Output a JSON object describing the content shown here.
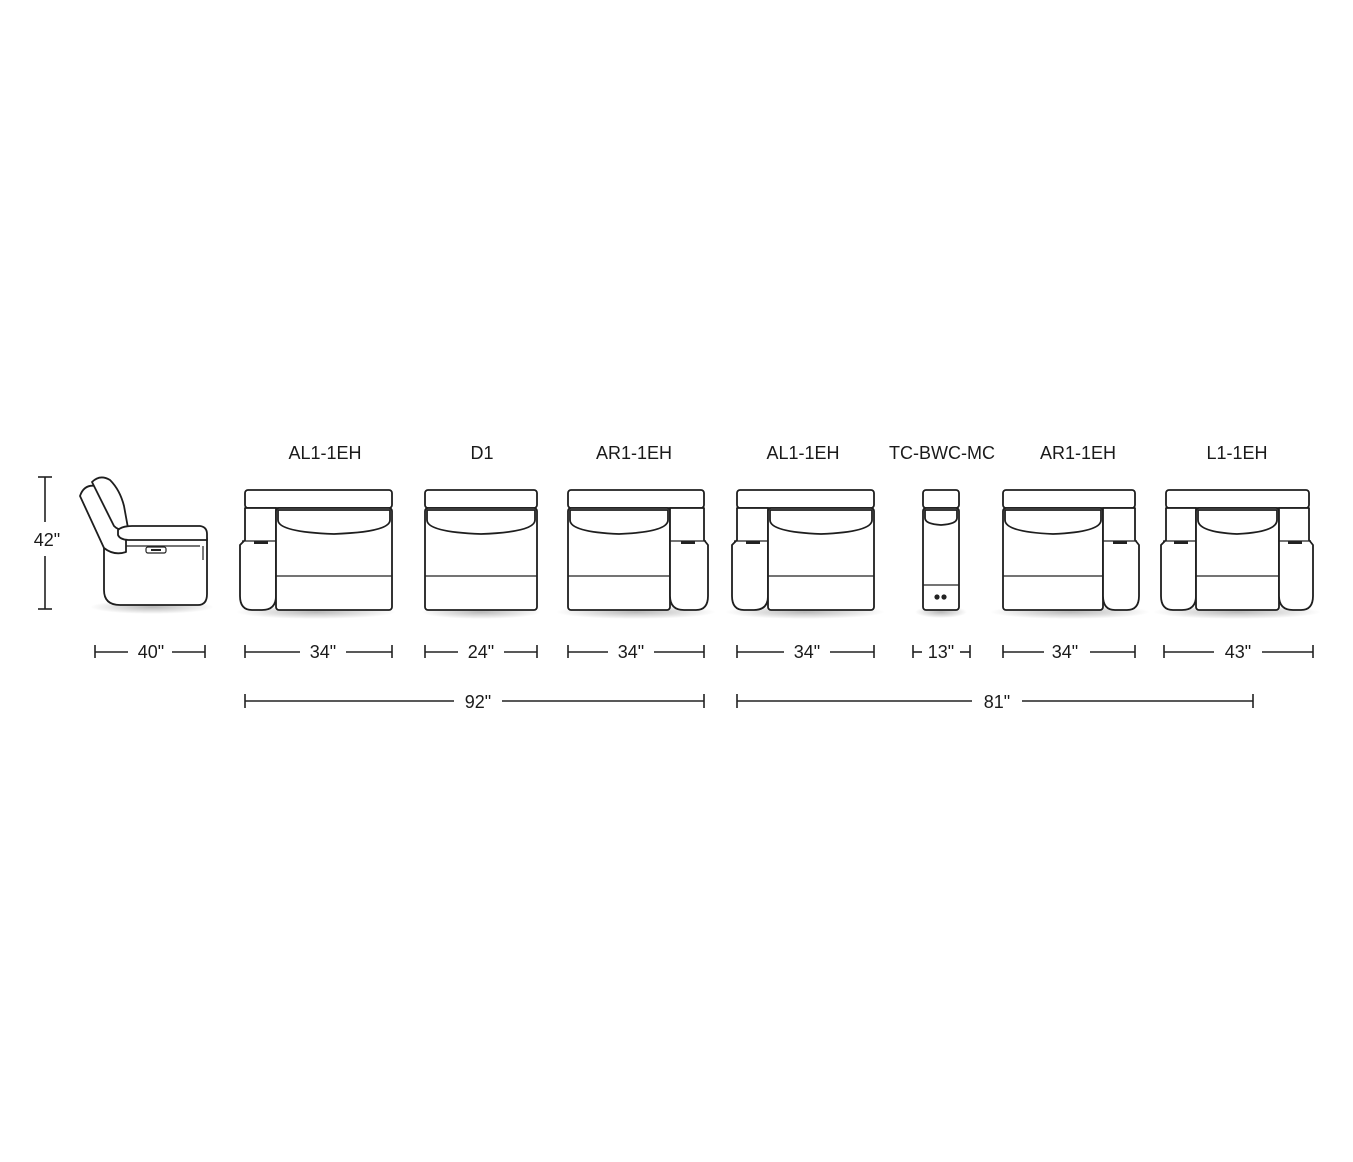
{
  "height_label": "42\"",
  "side_depth_label": "40\"",
  "modules": [
    {
      "code": "AL1-1EH",
      "width": "34\""
    },
    {
      "code": "D1",
      "width": "24\""
    },
    {
      "code": "AR1-1EH",
      "width": "34\""
    },
    {
      "code": "AL1-1EH",
      "width": "34\""
    },
    {
      "code": "TC-BWC-MC",
      "width": "13\""
    },
    {
      "code": "AR1-1EH",
      "width": "34\""
    },
    {
      "code": "L1-1EH",
      "width": "43\""
    }
  ],
  "group_totals": [
    {
      "value": "92\""
    },
    {
      "value": "81\""
    }
  ]
}
